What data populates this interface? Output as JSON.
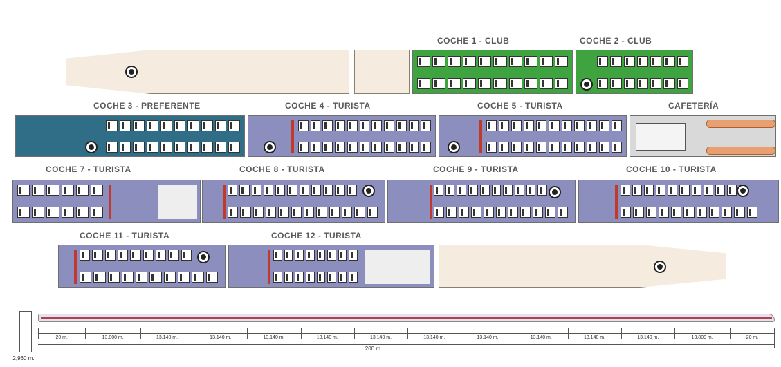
{
  "coaches": {
    "c1": "COCHE 1 - CLUB",
    "c2": "COCHE 2 - CLUB",
    "c3": "COCHE 3 - PREFERENTE",
    "c4": "COCHE 4 - TURISTA",
    "c5": "COCHE 5 - TURISTA",
    "cafe": "CAFETERÍA",
    "c7": "COCHE 7 - TURISTA",
    "c8": "COCHE 8 - TURISTA",
    "c9": "COCHE 9 - TURISTA",
    "c10": "COCHE 10 - TURISTA",
    "c11": "COCHE 11 - TURISTA",
    "c12": "COCHE 12 - TURISTA"
  },
  "dimensions": {
    "segments": [
      "20 m.",
      "13.800 m.",
      "13.140 m.",
      "13.140 m.",
      "13.140 m.",
      "13.140 m.",
      "13.140 m.",
      "13.140 m.",
      "13.140 m.",
      "13.140 m.",
      "13.140 m.",
      "13.140 m.",
      "13.800 m.",
      "20 m."
    ],
    "total": "200 m.",
    "width": "2,960 m."
  },
  "colors": {
    "turista": "#8c8fbd",
    "club": "#3fa33f",
    "preferente": "#2f6e86",
    "locomotive": "#f5ebdf",
    "cafeteria": "#d9d9d9"
  }
}
